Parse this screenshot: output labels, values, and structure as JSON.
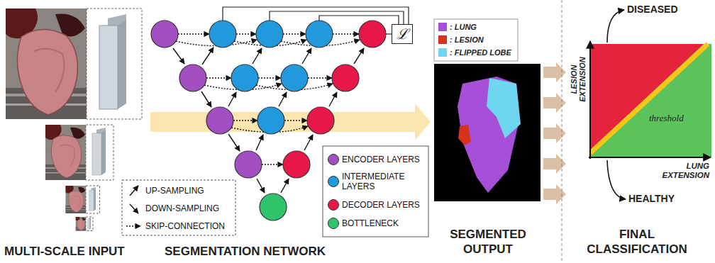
{
  "diagram": {
    "nodes": [
      {
        "text": [
          "ℒ"
        ]
      }
    ],
    "labels": [
      "MULTI-SCALE INPUT",
      "SEGMENTATION NETWORK",
      "SEGMENTED OUTPUT",
      "FINAL CLASSIFICATION",
      "DISEASED",
      "LESION EXTENSION",
      "threshold",
      "LUNG EXTENSION",
      "HEALTHY"
    ],
    "legend": [
      {
        "text": ": LUNG",
        "color": "#a64fd8"
      },
      {
        "text": ": LESION",
        "color": "#d6331c"
      },
      {
        "text": ": FLIPPED LOBE",
        "color": "#6fd6f2"
      },
      {
        "text": "UP-SAMPLING"
      },
      {
        "text": "DOWN-SAMPLING"
      },
      {
        "text": "SKIP-CONNECTION"
      },
      {
        "text": "ENCODER LAYERS",
        "color": "#a24fc2"
      },
      {
        "text": "INTERMEDIATE LAYERS",
        "color": "#2199dd"
      },
      {
        "text": "DECODER LAYERS",
        "color": "#e8174a"
      },
      {
        "text": "BOTTLENECK",
        "color": "#2fc46c"
      }
    ]
  }
}
